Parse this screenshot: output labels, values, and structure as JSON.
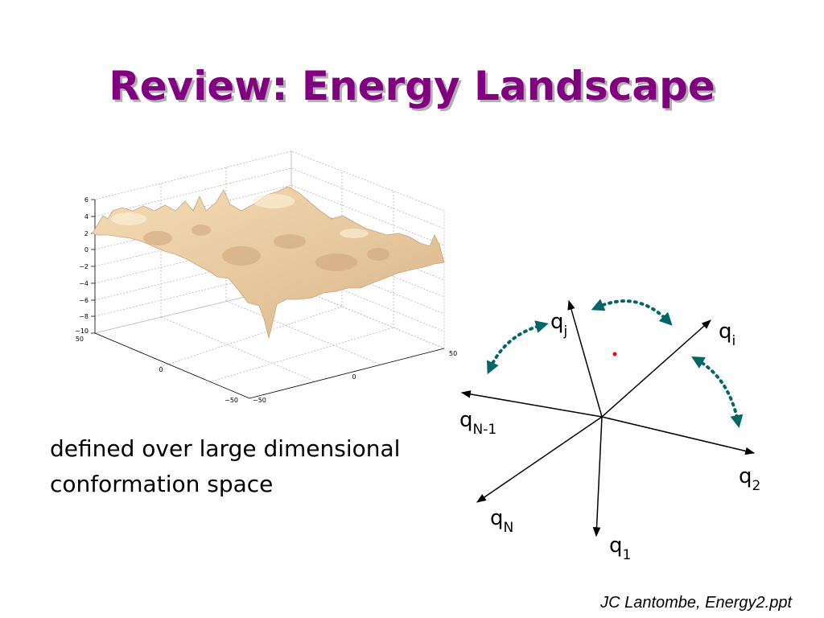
{
  "slide": {
    "title": "Review: Energy Landscape",
    "caption_lines": [
      "defined over large dimensional",
      "conformation space"
    ],
    "credit": "JC Lantombe, Energy2.ppt"
  },
  "surface_plot": {
    "z_ticks": [
      "6",
      "4",
      "2",
      "0",
      "−2",
      "−4",
      "−6",
      "−8",
      "−10"
    ],
    "left_axis_ticks": [
      "50",
      "0",
      "−50"
    ],
    "right_axis_ticks": [
      "−50",
      "0",
      "50"
    ],
    "surface_color": "#ecd2aa"
  },
  "axes_diagram": {
    "axes": [
      {
        "base": "q",
        "sub": "j"
      },
      {
        "base": "q",
        "sub": "i"
      },
      {
        "base": "q",
        "sub": "N-1"
      },
      {
        "base": "q",
        "sub": "2"
      },
      {
        "base": "q",
        "sub": "N"
      },
      {
        "base": "q",
        "sub": "1"
      }
    ],
    "arrow_color": "#006666",
    "point_color": "#ff0000"
  }
}
